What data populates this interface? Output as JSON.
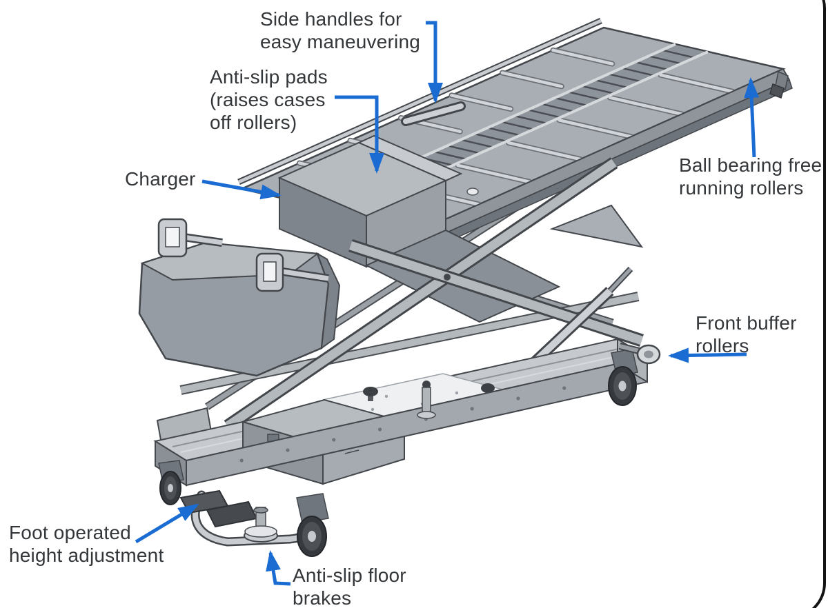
{
  "figure": {
    "type": "annotated-technical-diagram",
    "subject": "Scissor-lift roller conveyor trolley",
    "labels": {
      "side_handles": "Side handles for\neasy maneuvering",
      "anti_slip_pads": "Anti-slip pads\n(raises cases\noff rollers)",
      "charger": "Charger",
      "ball_bearing_rollers": "Ball bearing free\nrunning rollers",
      "front_buffer_rollers": "Front buffer\nrollers",
      "foot_height_adjustment": "Foot operated\nheight adjustment",
      "anti_slip_floor_brakes": "Anti-slip floor\nbrakes"
    },
    "colors": {
      "annotation_blue": "#1b6cd2",
      "label_text": "#34373a",
      "frame_border": "#131313",
      "background": "#ffffff"
    }
  }
}
